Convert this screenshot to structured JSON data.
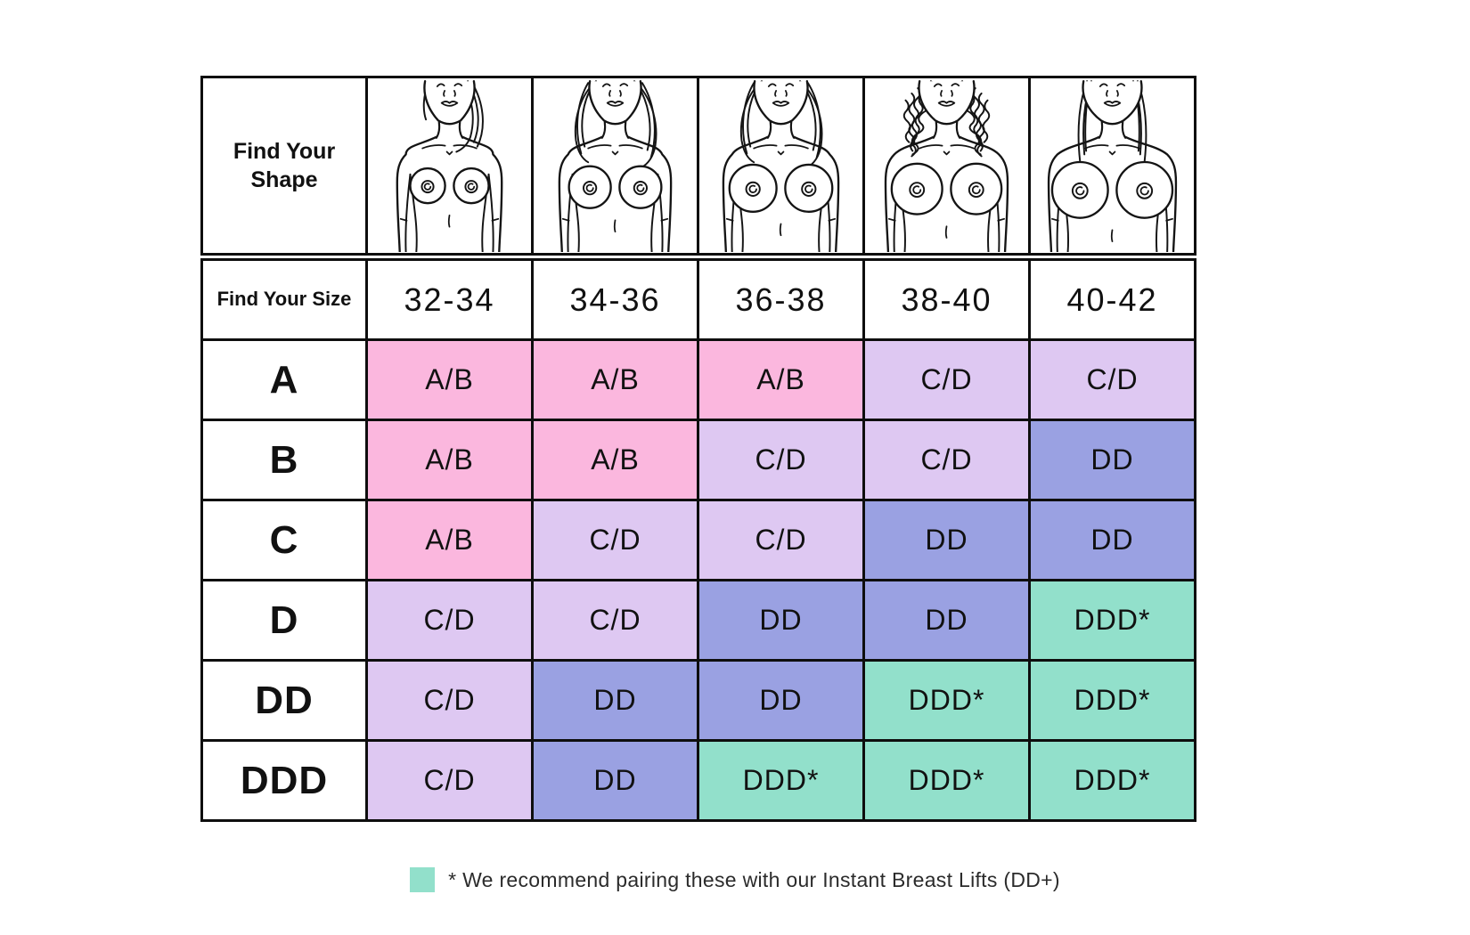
{
  "colors": {
    "pink": "#FBB7DE",
    "lavender": "#DEC8F2",
    "periwinkle": "#9AA1E2",
    "teal": "#92E0CB",
    "line": "#0e0e0e",
    "ink": "#141414"
  },
  "table": {
    "shape_header_label": "Find Your Shape",
    "size_header_label": "Find Your Size",
    "band_sizes": [
      "32-34",
      "34-36",
      "36-38",
      "38-40",
      "40-42"
    ],
    "cup_rows": [
      {
        "label": "A",
        "cells": [
          {
            "text": "A/B",
            "color": "pink"
          },
          {
            "text": "A/B",
            "color": "pink"
          },
          {
            "text": "A/B",
            "color": "pink"
          },
          {
            "text": "C/D",
            "color": "lavender"
          },
          {
            "text": "C/D",
            "color": "lavender"
          }
        ]
      },
      {
        "label": "B",
        "cells": [
          {
            "text": "A/B",
            "color": "pink"
          },
          {
            "text": "A/B",
            "color": "pink"
          },
          {
            "text": "C/D",
            "color": "lavender"
          },
          {
            "text": "C/D",
            "color": "lavender"
          },
          {
            "text": "DD",
            "color": "periwinkle"
          }
        ]
      },
      {
        "label": "C",
        "cells": [
          {
            "text": "A/B",
            "color": "pink"
          },
          {
            "text": "C/D",
            "color": "lavender"
          },
          {
            "text": "C/D",
            "color": "lavender"
          },
          {
            "text": "DD",
            "color": "periwinkle"
          },
          {
            "text": "DD",
            "color": "periwinkle"
          }
        ]
      },
      {
        "label": "D",
        "cells": [
          {
            "text": "C/D",
            "color": "lavender"
          },
          {
            "text": "C/D",
            "color": "lavender"
          },
          {
            "text": "DD",
            "color": "periwinkle"
          },
          {
            "text": "DD",
            "color": "periwinkle"
          },
          {
            "text": "DDD*",
            "color": "teal"
          }
        ]
      },
      {
        "label": "DD",
        "cells": [
          {
            "text": "C/D",
            "color": "lavender"
          },
          {
            "text": "DD",
            "color": "periwinkle"
          },
          {
            "text": "DD",
            "color": "periwinkle"
          },
          {
            "text": "DDD*",
            "color": "teal"
          },
          {
            "text": "DDD*",
            "color": "teal"
          }
        ]
      },
      {
        "label": "DDD",
        "cells": [
          {
            "text": "C/D",
            "color": "lavender"
          },
          {
            "text": "DD",
            "color": "periwinkle"
          },
          {
            "text": "DDD*",
            "color": "teal"
          },
          {
            "text": "DDD*",
            "color": "teal"
          },
          {
            "text": "DDD*",
            "color": "teal"
          }
        ]
      }
    ]
  },
  "figures": [
    {
      "name": "torso-figure-small-bust",
      "hair": "side",
      "bust": 20,
      "frame": 58,
      "head": 28
    },
    {
      "name": "torso-figure-medium-bust",
      "hair": "long",
      "bust": 24,
      "frame": 62,
      "head": 29
    },
    {
      "name": "torso-figure-full-bust",
      "hair": "long",
      "bust": 27,
      "frame": 64,
      "head": 30
    },
    {
      "name": "torso-figure-fuller-bust",
      "hair": "curly",
      "bust": 29,
      "frame": 68,
      "head": 31
    },
    {
      "name": "torso-figure-fullest-bust",
      "hair": "straight",
      "bust": 32,
      "frame": 71,
      "head": 33
    }
  ],
  "legend": {
    "note": "* We recommend pairing these with our Instant Breast Lifts (DD+)",
    "swatch_color": "#92E0CB"
  },
  "chart_data": {
    "type": "table",
    "title": "Find Your Shape / Find Your Size bra sizing chart",
    "columns": [
      "32-34",
      "34-36",
      "36-38",
      "38-40",
      "40-42"
    ],
    "rows": [
      "A",
      "B",
      "C",
      "D",
      "DD",
      "DDD"
    ],
    "values": [
      [
        "A/B",
        "A/B",
        "A/B",
        "C/D",
        "C/D"
      ],
      [
        "A/B",
        "A/B",
        "C/D",
        "C/D",
        "DD"
      ],
      [
        "A/B",
        "C/D",
        "C/D",
        "DD",
        "DD"
      ],
      [
        "C/D",
        "C/D",
        "DD",
        "DD",
        "DDD*"
      ],
      [
        "C/D",
        "DD",
        "DD",
        "DDD*",
        "DDD*"
      ],
      [
        "C/D",
        "DD",
        "DDD*",
        "DDD*",
        "DDD*"
      ]
    ],
    "cell_colors": [
      [
        "pink",
        "pink",
        "pink",
        "lavender",
        "lavender"
      ],
      [
        "pink",
        "pink",
        "lavender",
        "lavender",
        "periwinkle"
      ],
      [
        "pink",
        "lavender",
        "lavender",
        "periwinkle",
        "periwinkle"
      ],
      [
        "lavender",
        "lavender",
        "periwinkle",
        "periwinkle",
        "teal"
      ],
      [
        "lavender",
        "periwinkle",
        "periwinkle",
        "teal",
        "teal"
      ],
      [
        "lavender",
        "periwinkle",
        "teal",
        "teal",
        "teal"
      ]
    ],
    "note": "* We recommend pairing these with our Instant Breast Lifts (DD+)",
    "legend_position": "bottom"
  }
}
